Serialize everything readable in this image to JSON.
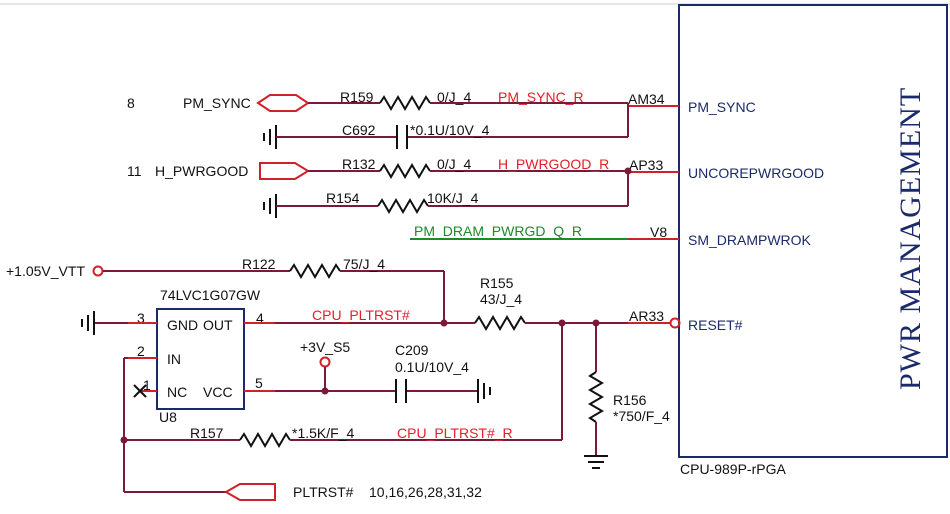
{
  "cpu": {
    "block_title": "PWR MANAGEMENT",
    "part": "CPU-989P-rPGA",
    "pins": [
      {
        "ball": "AM34",
        "name": "PM_SYNC"
      },
      {
        "ball": "AP33",
        "name": "UNCOREPWRGOOD"
      },
      {
        "ball": "V8",
        "name": "SM_DRAMPWROK"
      },
      {
        "ball": "AR33",
        "name": "RESET#"
      }
    ]
  },
  "ports": {
    "pm_sync": {
      "page": "8",
      "name": "PM_SYNC"
    },
    "h_pwrgood": {
      "page": "11",
      "name": "H_PWRGOOD"
    },
    "vtt": {
      "name": "+1.05V_VTT"
    },
    "pltrst": {
      "name": "PLTRST#",
      "pages": "10,16,26,28,31,32"
    },
    "v3s5": {
      "name": "+3V_S5"
    }
  },
  "components": {
    "r159": {
      "ref": "R159",
      "value": "0/J_4"
    },
    "c692": {
      "ref": "C692",
      "value": "*0.1U/10V_4"
    },
    "r132": {
      "ref": "R132",
      "value": "0/J_4"
    },
    "r154": {
      "ref": "R154",
      "value": "10K/J_4"
    },
    "r122": {
      "ref": "R122",
      "value": "75/J_4"
    },
    "r155": {
      "ref": "R155",
      "value": "43/J_4"
    },
    "r156": {
      "ref": "R156",
      "value": "*750/F_4"
    },
    "r157": {
      "ref": "R157",
      "value": "*1.5K/F_4"
    },
    "c209": {
      "ref": "C209",
      "value": "0.1U/10V_4"
    }
  },
  "nets": {
    "pm_sync_r": "PM_SYNC_R",
    "h_pwrgood_r": "H_PWRGOOD_R",
    "dram": "PM_DRAM_PWRGD_Q_R",
    "cpu_pltrst": "CPU_PLTRST#",
    "cpu_pltrst_r": "CPU_PLTRST#_R"
  },
  "u8": {
    "part": "74LVC1G07GW",
    "ref": "U8",
    "pins": {
      "p1": {
        "num": "1",
        "name": "NC"
      },
      "p2": {
        "num": "2",
        "name": "IN"
      },
      "p3": {
        "num": "3",
        "name": "GND"
      },
      "p4": {
        "num": "4",
        "name": "OUT"
      },
      "p5": {
        "num": "5",
        "name": "VCC"
      }
    }
  }
}
